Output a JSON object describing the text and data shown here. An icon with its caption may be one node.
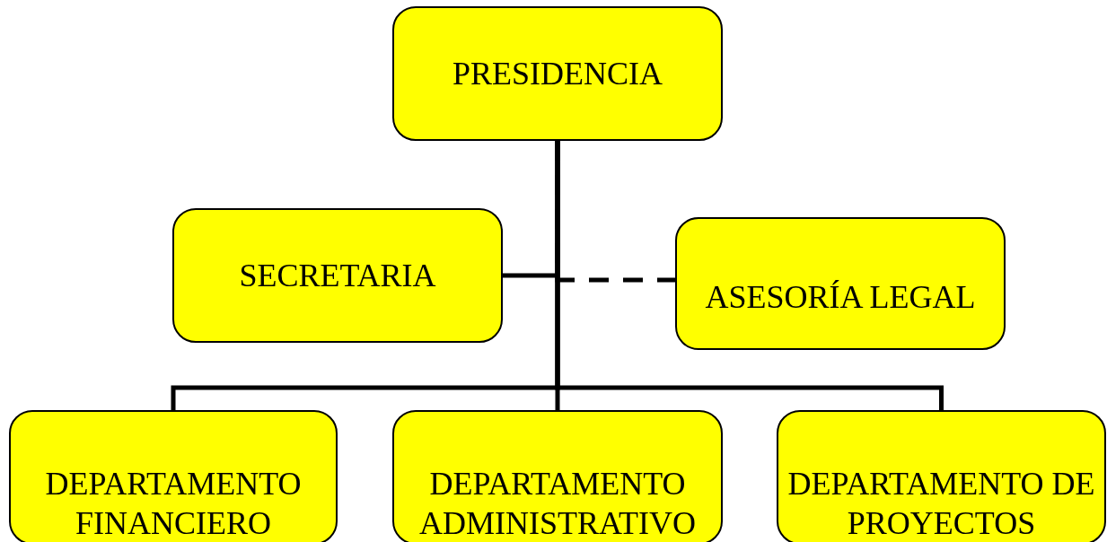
{
  "diagram": {
    "nodes": [
      {
        "text": [
          "PRESIDENCIA"
        ]
      },
      {
        "text": [
          "SECRETARIA"
        ]
      },
      {
        "text": [
          "ASESORÍA LEGAL"
        ]
      },
      {
        "text": [
          "DEPARTAMENTO FINANCIERO"
        ]
      },
      {
        "text": [
          "DEPARTAMENTO ADMINISTRATIVO"
        ]
      },
      {
        "text": [
          "DEPARTAMENTO DE PROYECTOS"
        ]
      }
    ],
    "edges": [
      {
        "from": 0,
        "to": 1,
        "arrow": "none"
      },
      {
        "from": 0,
        "to": 2,
        "arrow": "none",
        "style": "dashed"
      },
      {
        "from": 0,
        "to": 3,
        "arrow": "none"
      },
      {
        "from": 0,
        "to": 4,
        "arrow": "none"
      },
      {
        "from": 0,
        "to": 5,
        "arrow": "none"
      }
    ]
  }
}
